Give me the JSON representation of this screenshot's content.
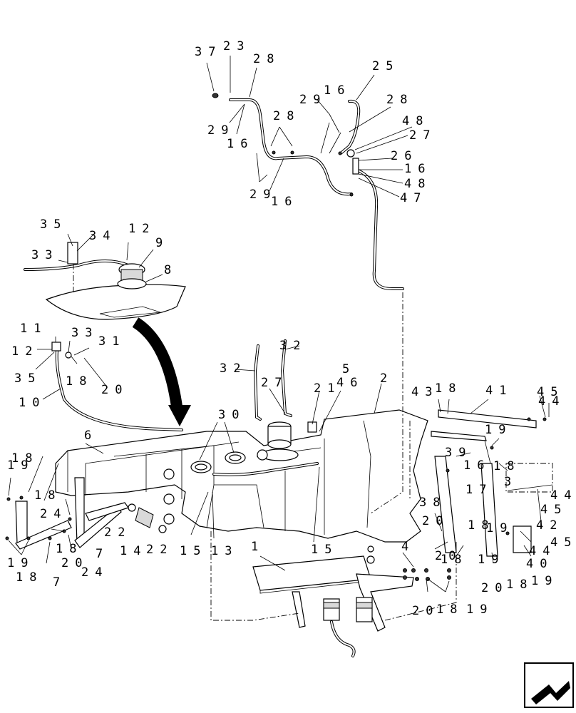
{
  "callouts": [
    {
      "id": "c37a",
      "text": "37"
    },
    {
      "id": "c23a",
      "text": "23"
    },
    {
      "id": "c28a",
      "text": "28"
    },
    {
      "id": "c25",
      "text": "25"
    },
    {
      "id": "c29a",
      "text": "29"
    },
    {
      "id": "c16a",
      "text": "16"
    },
    {
      "id": "c28b",
      "text": "28"
    },
    {
      "id": "c48a",
      "text": "48"
    },
    {
      "id": "c27a",
      "text": "27"
    },
    {
      "id": "c28c",
      "text": "28"
    },
    {
      "id": "c29b",
      "text": "29"
    },
    {
      "id": "c16b",
      "text": "16"
    },
    {
      "id": "c26",
      "text": "26"
    },
    {
      "id": "c16c",
      "text": "16"
    },
    {
      "id": "c48b",
      "text": "48"
    },
    {
      "id": "c29c",
      "text": "29"
    },
    {
      "id": "c16d",
      "text": "16"
    },
    {
      "id": "c47",
      "text": "47"
    },
    {
      "id": "c35a",
      "text": "35"
    },
    {
      "id": "c34",
      "text": "34"
    },
    {
      "id": "c12a",
      "text": "12"
    },
    {
      "id": "c33a",
      "text": "33"
    },
    {
      "id": "c9",
      "text": "9"
    },
    {
      "id": "c8",
      "text": "8"
    },
    {
      "id": "c11",
      "text": "11"
    },
    {
      "id": "c33b",
      "text": "33"
    },
    {
      "id": "c31",
      "text": "31"
    },
    {
      "id": "c12b",
      "text": "12"
    },
    {
      "id": "c35b",
      "text": "35"
    },
    {
      "id": "c18a",
      "text": "18"
    },
    {
      "id": "c20a",
      "text": "20"
    },
    {
      "id": "c10",
      "text": "10"
    },
    {
      "id": "c32a",
      "text": "32"
    },
    {
      "id": "c32b",
      "text": "32"
    },
    {
      "id": "c27b",
      "text": "27"
    },
    {
      "id": "c5",
      "text": "5"
    },
    {
      "id": "c21",
      "text": "21"
    },
    {
      "id": "c46",
      "text": "46"
    },
    {
      "id": "c2",
      "text": "2"
    },
    {
      "id": "c30",
      "text": "30"
    },
    {
      "id": "c6",
      "text": "6"
    },
    {
      "id": "c43",
      "text": "43"
    },
    {
      "id": "c18b",
      "text": "18"
    },
    {
      "id": "c41",
      "text": "41"
    },
    {
      "id": "c45a",
      "text": "45"
    },
    {
      "id": "c44a",
      "text": "44"
    },
    {
      "id": "c19a",
      "text": "19"
    },
    {
      "id": "c39",
      "text": "39"
    },
    {
      "id": "c16e",
      "text": "16"
    },
    {
      "id": "c18c",
      "text": "18"
    },
    {
      "id": "c17",
      "text": "17"
    },
    {
      "id": "c3",
      "text": "3"
    },
    {
      "id": "c44b",
      "text": "44"
    },
    {
      "id": "c45b",
      "text": "45"
    },
    {
      "id": "c42",
      "text": "42"
    },
    {
      "id": "c45c",
      "text": "45"
    },
    {
      "id": "c44c",
      "text": "44"
    },
    {
      "id": "c40",
      "text": "40"
    },
    {
      "id": "c38",
      "text": "38"
    },
    {
      "id": "c20b",
      "text": "20"
    },
    {
      "id": "c18d",
      "text": "18"
    },
    {
      "id": "c19b",
      "text": "19"
    },
    {
      "id": "c20c",
      "text": "20"
    },
    {
      "id": "c18e",
      "text": "18"
    },
    {
      "id": "c19c",
      "text": "19"
    },
    {
      "id": "c18f",
      "text": "18"
    },
    {
      "id": "c20d",
      "text": "20"
    },
    {
      "id": "c19d",
      "text": "19"
    },
    {
      "id": "c18g",
      "text": "18"
    },
    {
      "id": "c20e",
      "text": "20"
    },
    {
      "id": "c19e",
      "text": "19"
    },
    {
      "id": "c18h",
      "text": "18"
    },
    {
      "id": "c4",
      "text": "4"
    },
    {
      "id": "c1",
      "text": "1"
    },
    {
      "id": "c15a",
      "text": "15"
    },
    {
      "id": "c15b",
      "text": "15"
    },
    {
      "id": "c13",
      "text": "13"
    },
    {
      "id": "c22a",
      "text": "22"
    },
    {
      "id": "c14",
      "text": "14"
    },
    {
      "id": "c22b",
      "text": "22"
    },
    {
      "id": "c7a",
      "text": "7"
    },
    {
      "id": "c24",
      "text": "24"
    },
    {
      "id": "c18i",
      "text": "18"
    },
    {
      "id": "c20f",
      "text": "20"
    },
    {
      "id": "c7b",
      "text": "7"
    },
    {
      "id": "c19f",
      "text": "19"
    },
    {
      "id": "c18j",
      "text": "18"
    },
    {
      "id": "c19g",
      "text": "19"
    },
    {
      "id": "c18k",
      "text": "18"
    },
    {
      "id": "c24b",
      "text": "24"
    }
  ],
  "icons": {
    "direction_arrow": "front-direction-arrow-icon"
  }
}
